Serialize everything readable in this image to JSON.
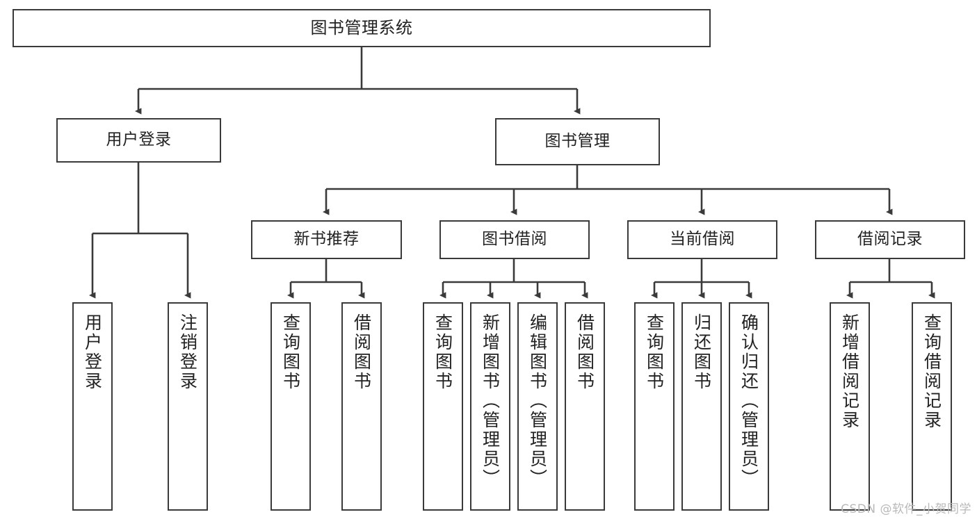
{
  "diagram": {
    "title": "图书管理系统",
    "watermark": "CSDN @软件_小贺同学",
    "type": "tree-hierarchy-chart",
    "colors": {
      "background": "#ffffff",
      "node_border": "#3a3a3a",
      "node_fill": "#ffffff",
      "text": "#222222",
      "edge": "#3a3a3a",
      "watermark": "#b9b9b9"
    },
    "root": {
      "id": "root",
      "label": "图书管理系统",
      "orientation": "horizontal"
    },
    "level1": [
      {
        "id": "user-login",
        "label": "用户登录",
        "orientation": "horizontal"
      },
      {
        "id": "book-manage",
        "label": "图书管理",
        "orientation": "horizontal"
      }
    ],
    "level2": [
      {
        "id": "new-book-recommend",
        "label": "新书推荐",
        "orientation": "horizontal",
        "parent": "book-manage"
      },
      {
        "id": "book-borrow",
        "label": "图书借阅",
        "orientation": "horizontal",
        "parent": "book-manage"
      },
      {
        "id": "current-borrow",
        "label": "当前借阅",
        "orientation": "horizontal",
        "parent": "book-manage"
      },
      {
        "id": "borrow-record",
        "label": "借阅记录",
        "orientation": "horizontal",
        "parent": "book-manage"
      }
    ],
    "leaves": {
      "user_login": [
        {
          "id": "leaf-user-login",
          "label": "用户登录"
        },
        {
          "id": "leaf-user-logout",
          "label": "注销登录"
        }
      ],
      "new_book_recommend": [
        {
          "id": "leaf-query-book-1",
          "label": "查询图书"
        },
        {
          "id": "leaf-borrow-book-1",
          "label": "借阅图书"
        }
      ],
      "book_borrow": [
        {
          "id": "leaf-query-book-2",
          "label": "查询图书"
        },
        {
          "id": "leaf-add-book",
          "label": "新增图书（管理员）"
        },
        {
          "id": "leaf-edit-book",
          "label": "编辑图书（管理员）"
        },
        {
          "id": "leaf-borrow-book-2",
          "label": "借阅图书"
        }
      ],
      "current_borrow": [
        {
          "id": "leaf-query-book-3",
          "label": "查询图书"
        },
        {
          "id": "leaf-return-book",
          "label": "归还图书"
        },
        {
          "id": "leaf-confirm-return",
          "label": "确认归还（管理员）"
        }
      ],
      "borrow_record": [
        {
          "id": "leaf-add-record",
          "label": "新增借阅记录"
        },
        {
          "id": "leaf-query-record",
          "label": "查询借阅记录"
        }
      ]
    }
  }
}
